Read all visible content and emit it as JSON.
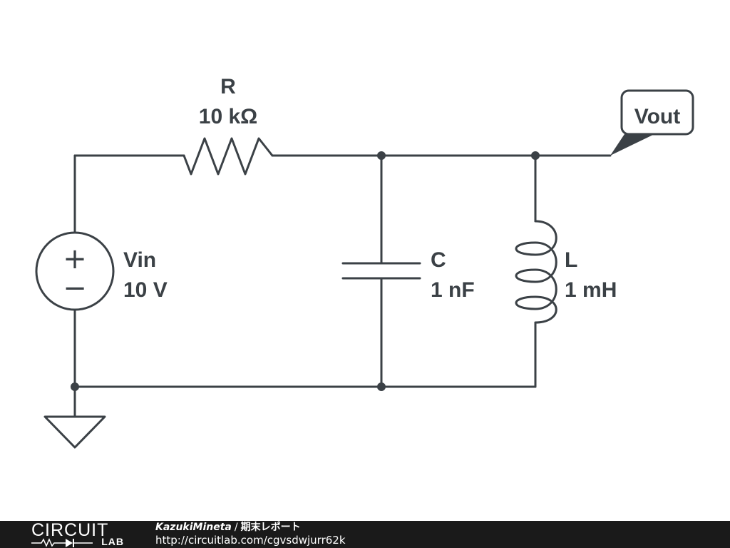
{
  "schematic": {
    "resistor": {
      "name": "R",
      "value": "10 kΩ"
    },
    "source": {
      "name": "Vin",
      "value": "10 V",
      "plus_symbol": "+",
      "minus_symbol": "−"
    },
    "capacitor": {
      "name": "C",
      "value": "1 nF"
    },
    "inductor": {
      "name": "L",
      "value": "1 mH"
    },
    "output_label": "Vout",
    "colors": {
      "wire": "#3b4146",
      "footer_bg": "#1a1a1a",
      "footer_text": "#ffffff"
    }
  },
  "footer": {
    "logo_top": "CIRCUIT",
    "logo_bottom": "LAB",
    "author": "KazukiMineta",
    "separator": "/",
    "title": "期末レポート",
    "url": "http://circuitlab.com/cgvsdwjurr62k"
  }
}
